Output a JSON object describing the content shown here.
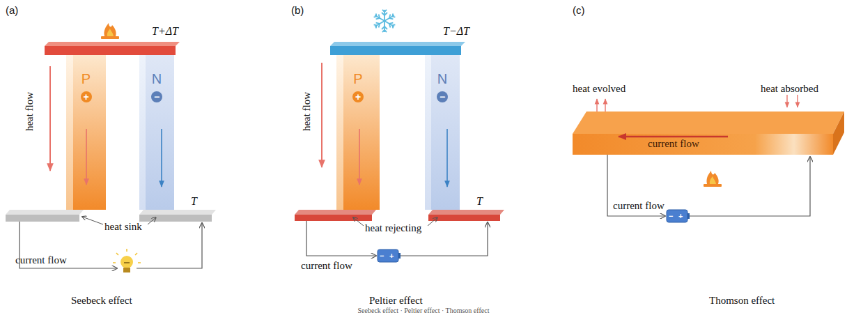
{
  "diagram": {
    "caption": "Seebeck effect · Peltier effect · Thomson effect",
    "nodes": [
      {
        "text": [
          "P",
          "+"
        ]
      },
      {
        "text": [
          "N",
          "−"
        ]
      },
      {
        "text": [
          "P",
          "+"
        ]
      },
      {
        "text": [
          "N",
          "−"
        ]
      },
      {
        "text": [
          "current flow"
        ]
      }
    ],
    "labels": [
      "(a)",
      "T+ΔT",
      "heat flow",
      "T",
      "heat sink",
      "current flow",
      "Seebeck effect",
      "(b)",
      "T−ΔT",
      "heat flow",
      "T",
      "heat rejecting",
      "current flow",
      "−",
      "+",
      "Peltier effect",
      "(c)",
      "heat evolved",
      "heat absorbed",
      "current flow",
      "−",
      "+",
      "Thomson effect"
    ]
  }
}
